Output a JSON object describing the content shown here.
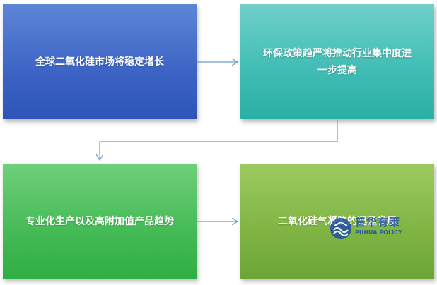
{
  "boxes": [
    {
      "lines": [
        "全球二氧化硅市场将稳定增长"
      ],
      "color": "#3c63c4"
    },
    {
      "lines": [
        "环保政策趋严将推动行业集中度进",
        "一步提高"
      ],
      "color": "#3fbcb3"
    },
    {
      "lines": [
        "专业化生产以及高附加值产品趋势"
      ],
      "color": "#44ba55"
    },
    {
      "lines": [
        "二氧化硅气凝胶的迅猛发展"
      ],
      "color": "#7fb443"
    }
  ],
  "watermark": {
    "name_cn": "普华有策",
    "name_en": "PUHUA POLICY",
    "color": "#1f4fa3"
  },
  "connector_color": "#6d9dd0"
}
